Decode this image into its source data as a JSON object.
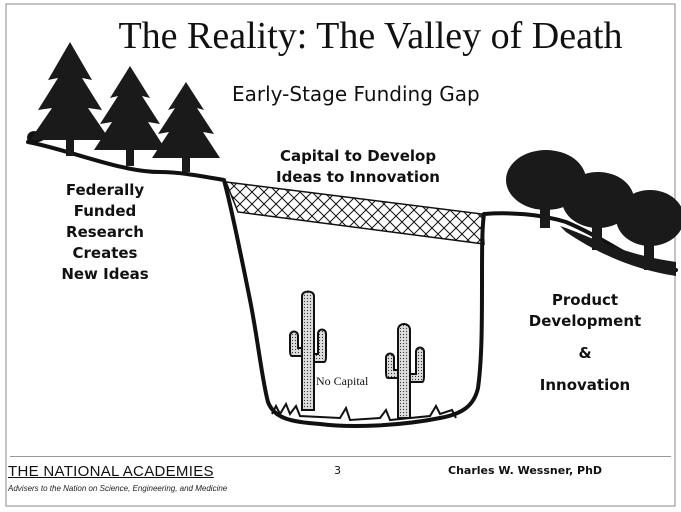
{
  "slide": {
    "title": "The Reality: The Valley of Death",
    "subtitle": "Early-Stage Funding Gap",
    "left_label": [
      "Federally",
      "Funded",
      "Research",
      "Creates",
      "New Ideas"
    ],
    "bridge_label": [
      "Capital to Develop",
      "Ideas to Innovation"
    ],
    "right_label": [
      "Product",
      "Development",
      "&",
      "Innovation"
    ],
    "valley_label": "No Capital"
  },
  "footer": {
    "organization": "THE NATIONAL ACADEMIES",
    "tagline": "Advisers to the Nation on Science, Engineering, and Medicine",
    "page_number": "3",
    "author": "Charles W. Wessner, PhD"
  },
  "icons": {
    "left_trees": "pine-tree-icon",
    "right_trees": "deciduous-tree-icon",
    "cacti": "cactus-icon"
  }
}
